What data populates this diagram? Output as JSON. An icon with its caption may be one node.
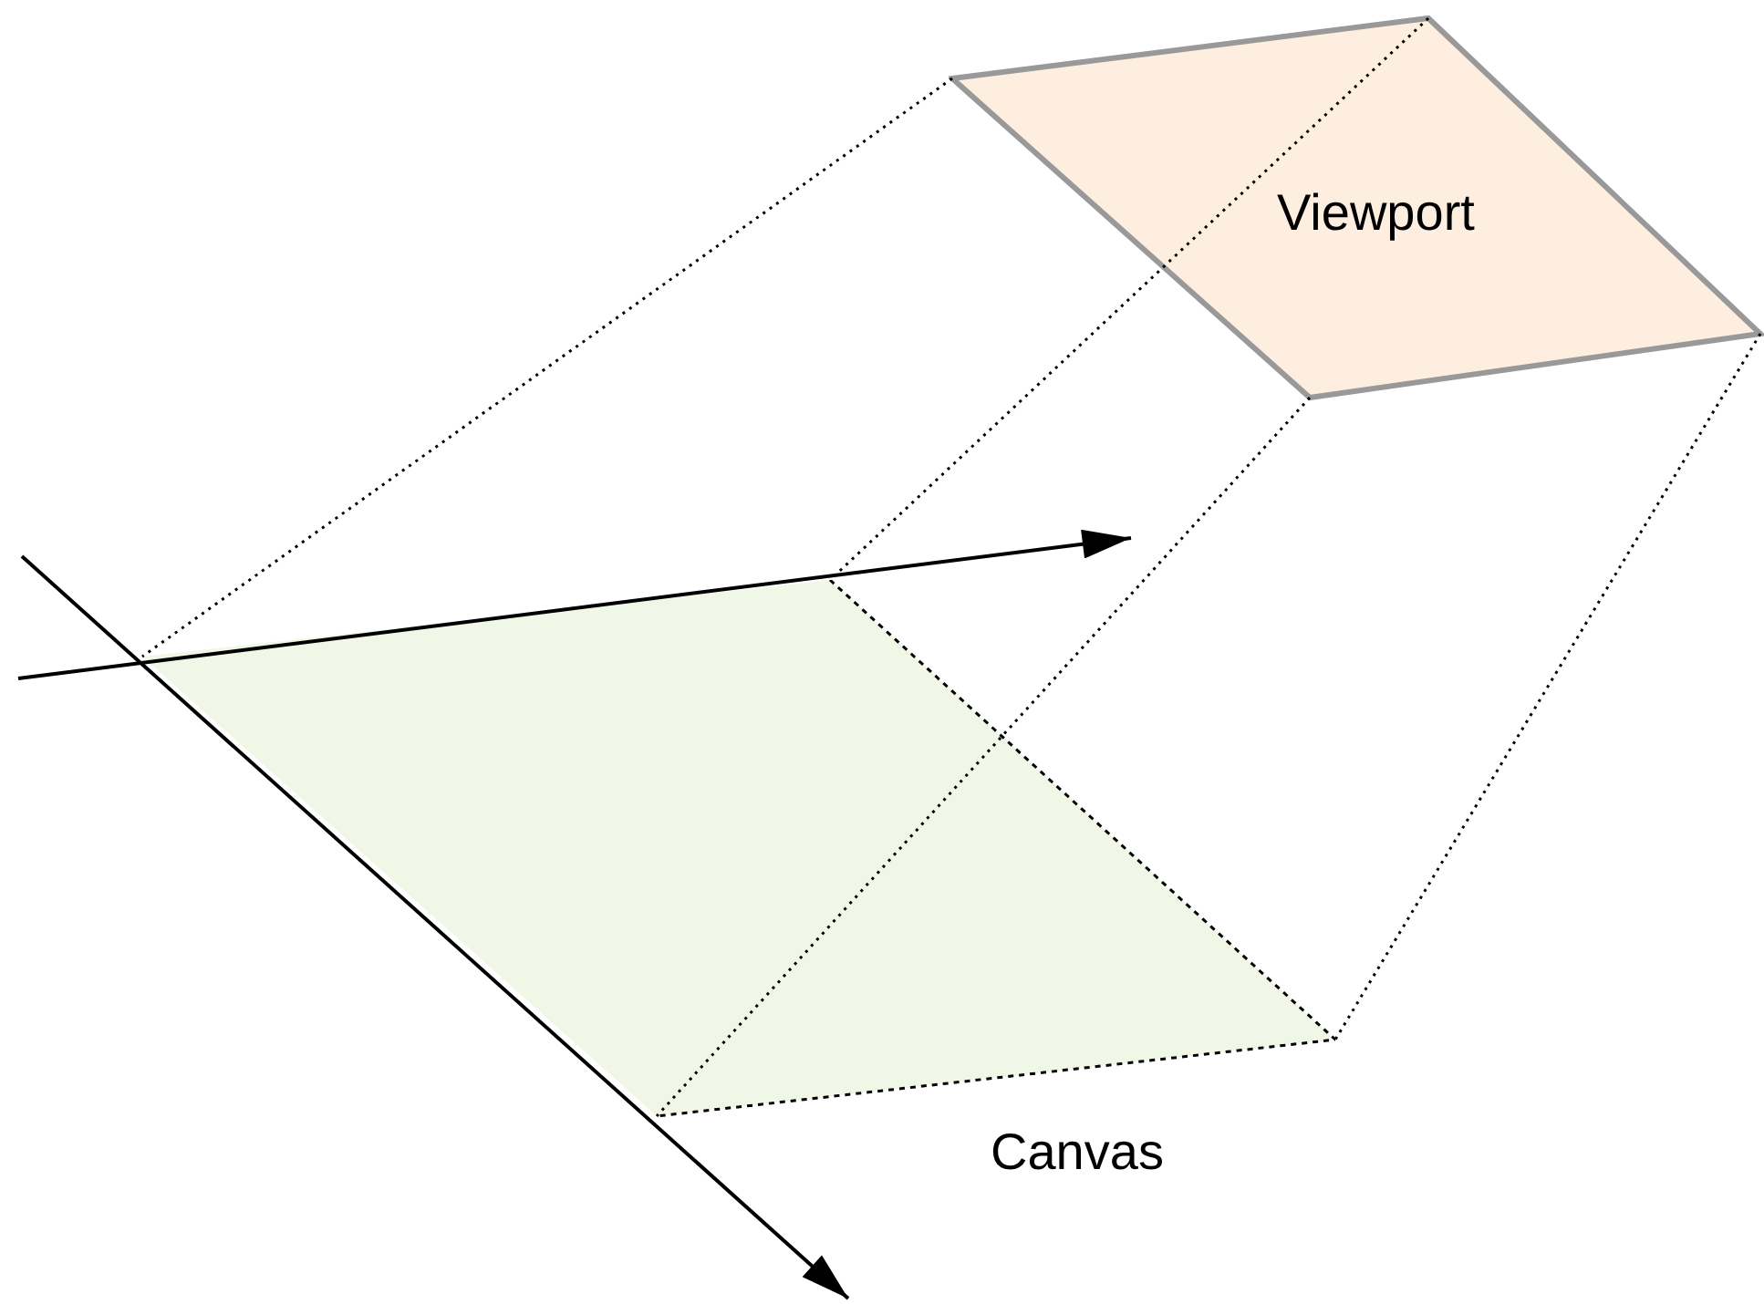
{
  "diagram": {
    "nodes": [
      {
        "text": [
          "Viewport"
        ]
      },
      {
        "text": [
          "Canvas"
        ]
      }
    ],
    "edges": [
      {
        "from": 0,
        "to": 1,
        "arrow": "none",
        "style": "dashed"
      },
      {
        "from": 0,
        "to": 1,
        "arrow": "none",
        "style": "dashed"
      },
      {
        "from": 0,
        "to": 1,
        "arrow": "none",
        "style": "dashed"
      },
      {
        "from": 0,
        "to": 1,
        "arrow": "none",
        "style": "dashed"
      }
    ]
  }
}
